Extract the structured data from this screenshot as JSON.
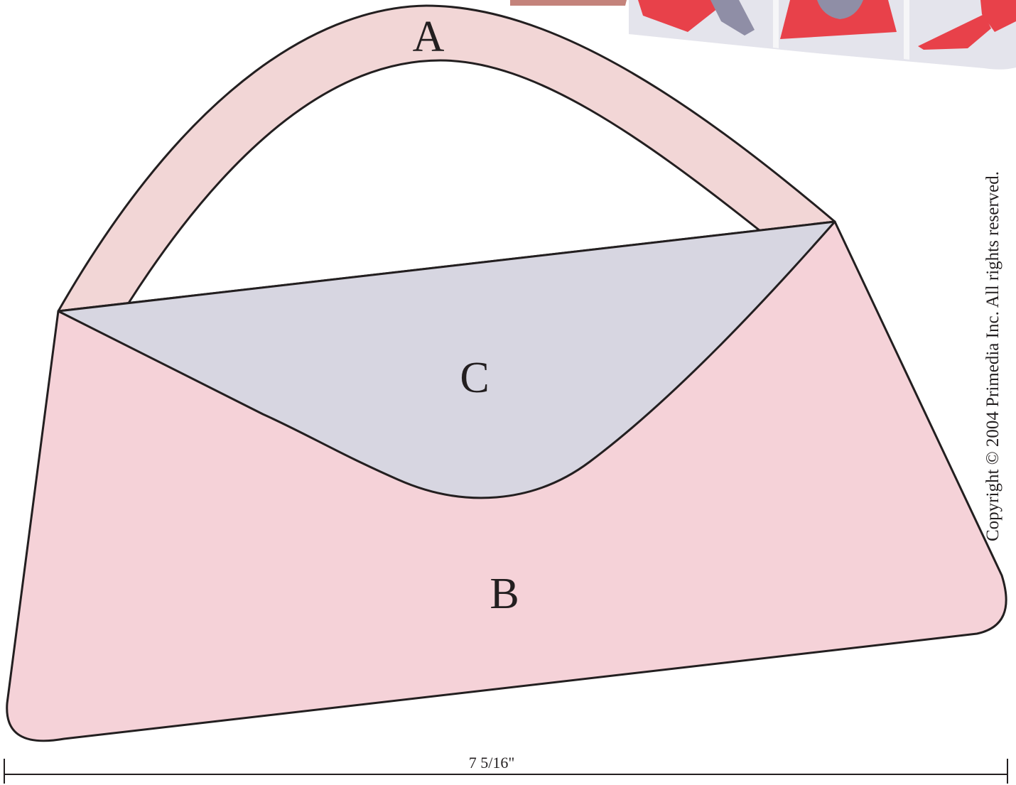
{
  "pattern": {
    "pieces": [
      {
        "id": "A",
        "label": "A",
        "color": "#f2d6d6"
      },
      {
        "id": "B",
        "label": "B",
        "color": "#f5d2d8"
      },
      {
        "id": "C",
        "label": "C",
        "color": "#d7d6e1"
      }
    ],
    "outline_color": "#231f20",
    "measurement": "7 5/16\"",
    "copyright": "Copyright © 2004 Primedia Inc. All rights reserved."
  },
  "quilt_photo": {
    "colors": {
      "red": "#e8414a",
      "blue": "#a7a9c9",
      "background": "#e4e4ec"
    }
  }
}
